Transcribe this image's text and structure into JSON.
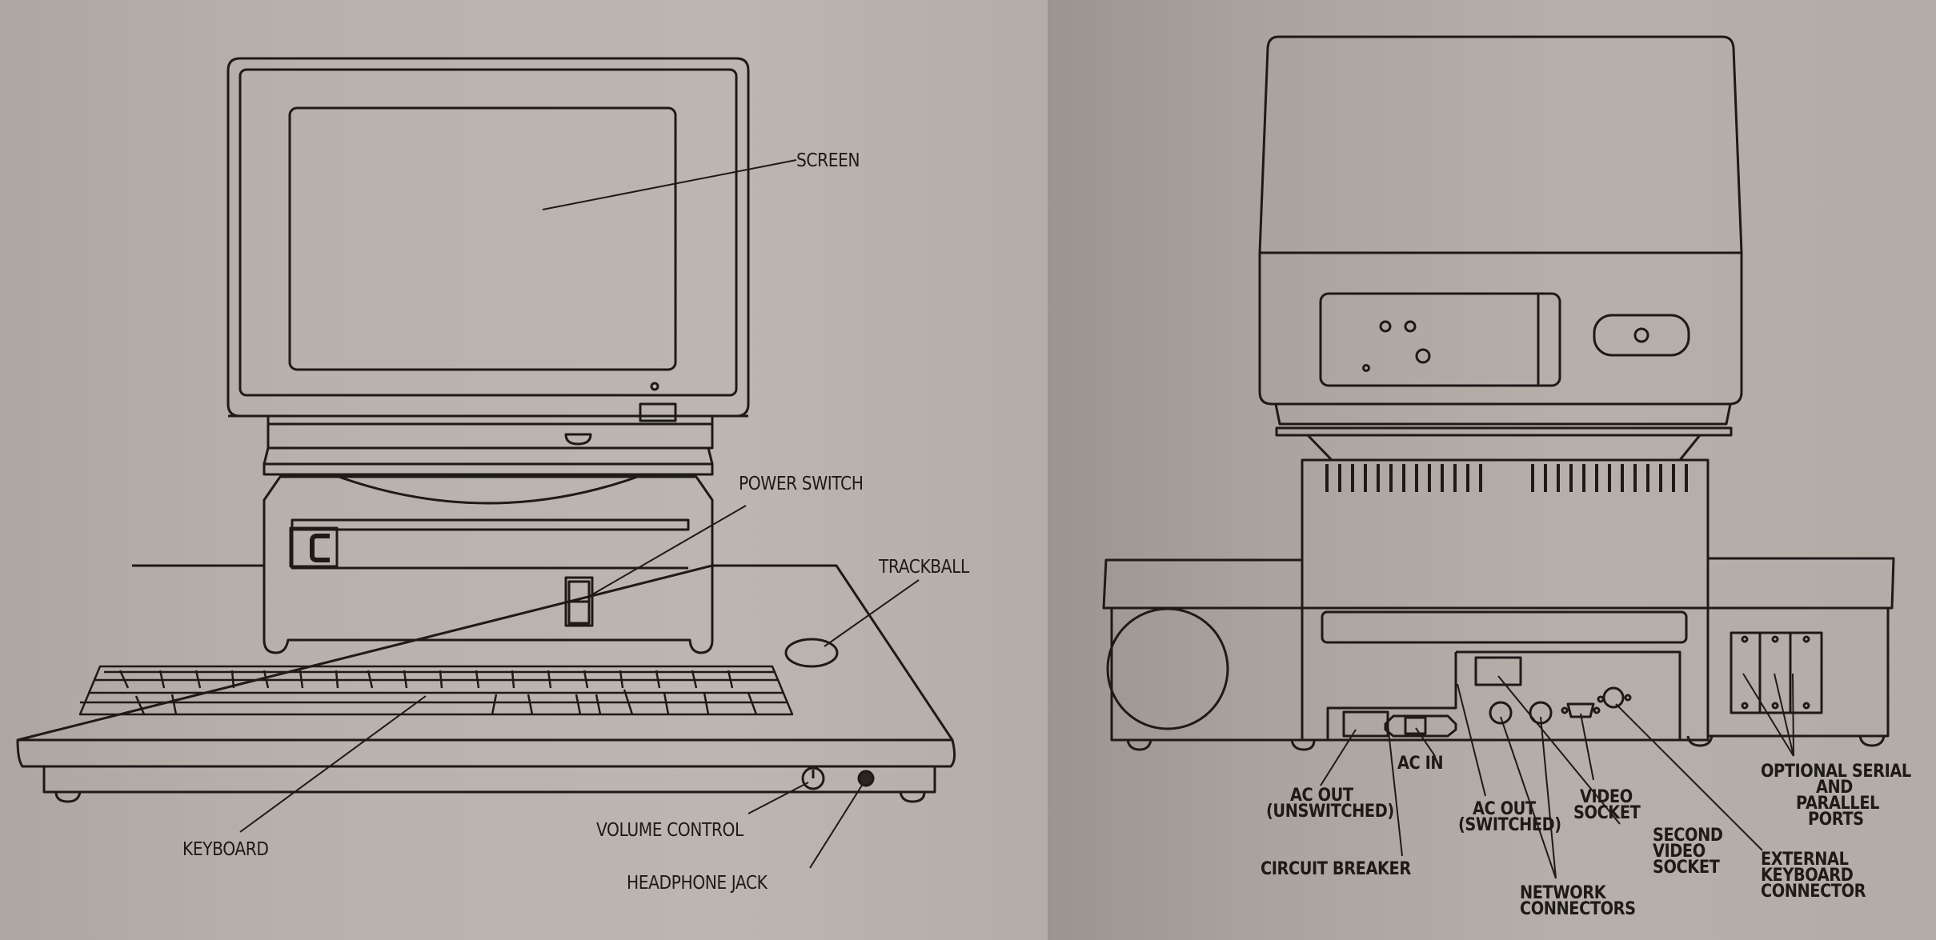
{
  "figure": {
    "left_panel": {
      "view": "front",
      "labels": {
        "screen": "SCREEN",
        "power_switch": "POWER SWITCH",
        "trackball": "TRACKBALL",
        "keyboard": "KEYBOARD",
        "volume_control": "VOLUME CONTROL",
        "headphone_jack": "HEADPHONE JACK"
      }
    },
    "right_panel": {
      "view": "rear",
      "labels": {
        "ac_in": "AC IN",
        "ac_out_unswitched_1": "AC OUT",
        "ac_out_unswitched_2": "(UNSWITCHED)",
        "ac_out_switched_1": "AC OUT",
        "ac_out_switched_2": "(SWITCHED)",
        "circuit_breaker": "CIRCUIT BREAKER",
        "network_connectors_1": "NETWORK",
        "network_connectors_2": "CONNECTORS",
        "video_socket_1": "VIDEO",
        "video_socket_2": "SOCKET",
        "second_video_socket_1": "SECOND",
        "second_video_socket_2": "VIDEO",
        "second_video_socket_3": "SOCKET",
        "external_keyboard_1": "EXTERNAL",
        "external_keyboard_2": "KEYBOARD",
        "external_keyboard_3": "CONNECTOR",
        "optional_ports_1": "OPTIONAL SERIAL",
        "optional_ports_2": "AND",
        "optional_ports_3": "PARALLEL",
        "optional_ports_4": "PORTS"
      }
    }
  },
  "colors": {
    "ink": "#1e1a18",
    "paper_left": "#bab3ad",
    "paper_right": "#b0a9a3"
  }
}
